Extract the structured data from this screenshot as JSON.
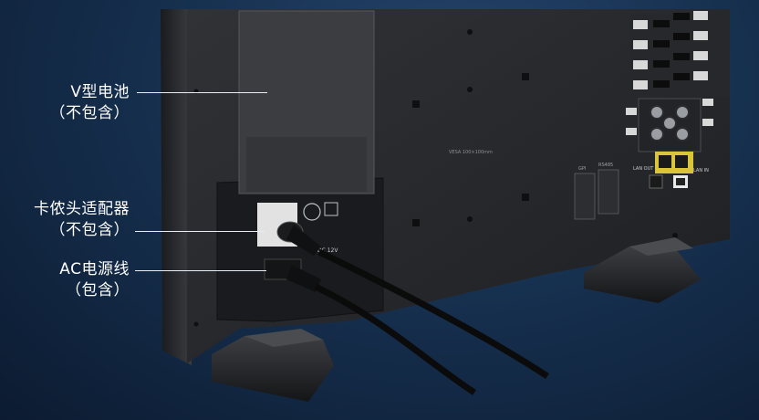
{
  "callouts": [
    {
      "id": "battery",
      "line1": "V型电池",
      "line2": "（不包含）"
    },
    {
      "id": "adapter",
      "line1": "卡侬头适配器",
      "line2": "（不包含）"
    },
    {
      "id": "ac",
      "line1": "AC电源线",
      "line2": "（包含）"
    }
  ],
  "panel_text": {
    "vesa": "VESA 100×100mm",
    "lan_in": "LAN IN",
    "lan_out": "LAN OUT",
    "gpi": "GPI",
    "rs485": "RS485",
    "dc": "DC 12V"
  },
  "colors": {
    "background": "#16304f",
    "housing": "#2a2c30",
    "panel": "#1f2125",
    "rj45": "#d9c53a",
    "leader": "#e6edf5"
  }
}
